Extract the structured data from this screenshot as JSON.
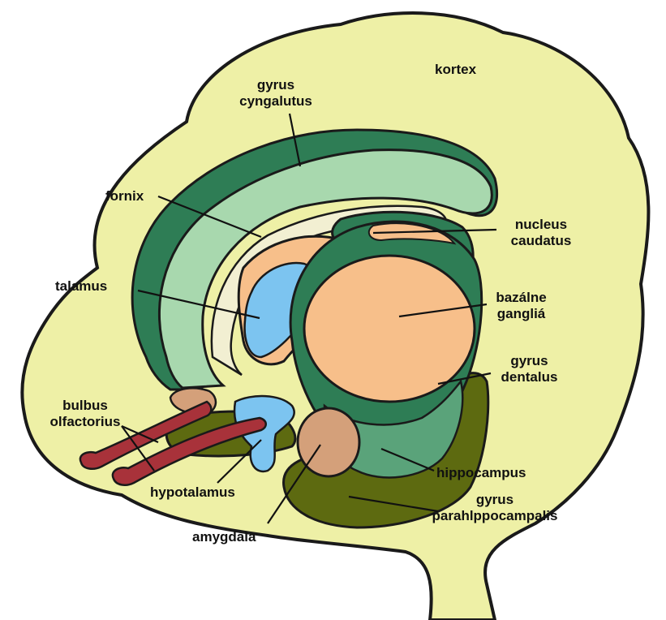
{
  "labels": {
    "kortex": "kortex",
    "gyrus_cyngalutus": [
      "gyrus",
      "cyngalutus"
    ],
    "fornix": "fornix",
    "nucleus_caudatus": [
      "nucleus",
      "caudatus"
    ],
    "talamus": "talamus",
    "bazalne_ganglia": [
      "bazálne",
      "gangliá"
    ],
    "gyrus_dentalus": [
      "gyrus",
      "dentalus"
    ],
    "bulbus_olfactorius": [
      "bulbus",
      "olfactorius"
    ],
    "hypotalamus": "hypotalamus",
    "hippocampus": "hippocampus",
    "gyrus_parahippocampalis": [
      "gyrus",
      "parahlppocampalis"
    ],
    "amygdala": "amygdala"
  },
  "colors": {
    "cortex": "#eef0a6",
    "outline": "#1a1a1a",
    "cingulate": "#a8d8ae",
    "dark_green": "#2e7d55",
    "mid_green": "#5aa37a",
    "peach": "#f7bf8a",
    "light_blue": "#7cc4f0",
    "olive": "#5d6a10",
    "tan": "#d4a07a",
    "red": "#a8323a"
  }
}
